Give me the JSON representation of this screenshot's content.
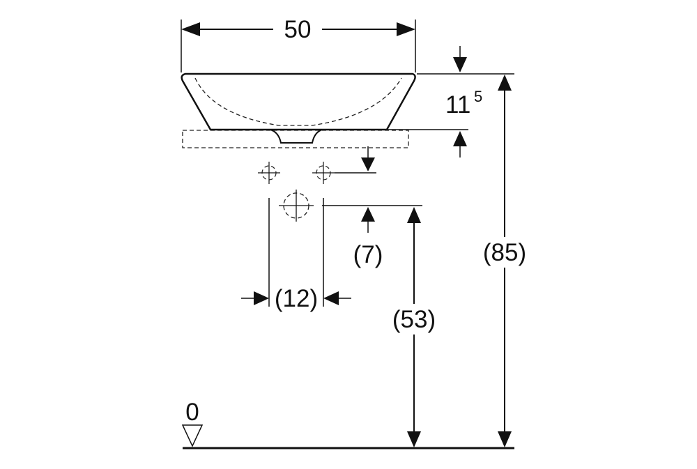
{
  "dimensions": {
    "width": "50",
    "rim_height_main": "11",
    "rim_height_sup": "5",
    "outlet_offset": "(7)",
    "tap_spacing": "(12)",
    "outlet_height": "(53)",
    "total_height": "(85)",
    "floor_level": "0"
  },
  "colors": {
    "line": "#111111",
    "background": "#ffffff"
  }
}
